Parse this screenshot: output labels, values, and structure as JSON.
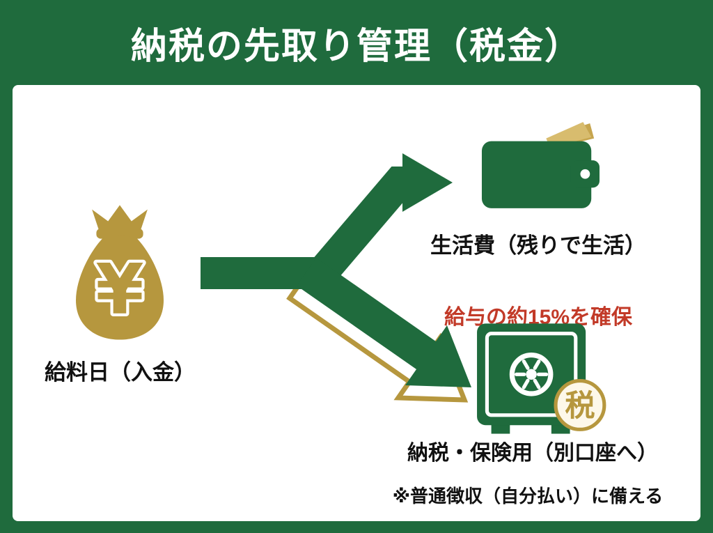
{
  "title": "納税の先取り管理（税金）",
  "colors": {
    "green": "#1f6b3d",
    "gold": "#b6973e",
    "gold_light": "#d8bc6e",
    "red": "#c23a28",
    "panel": "#ffffff"
  },
  "nodes": {
    "income": {
      "label": "給料日（入金）",
      "symbol": "¥",
      "icon": "money-bag-icon"
    },
    "living": {
      "label": "生活費（残りで生活）",
      "icon": "wallet-icon"
    },
    "tax": {
      "highlight": "給与の約15%を確保",
      "label": "納税・保険用（別口座へ）",
      "note": "※普通徴収（自分払い）に備える",
      "badge": "税",
      "icon": "safe-icon"
    }
  }
}
